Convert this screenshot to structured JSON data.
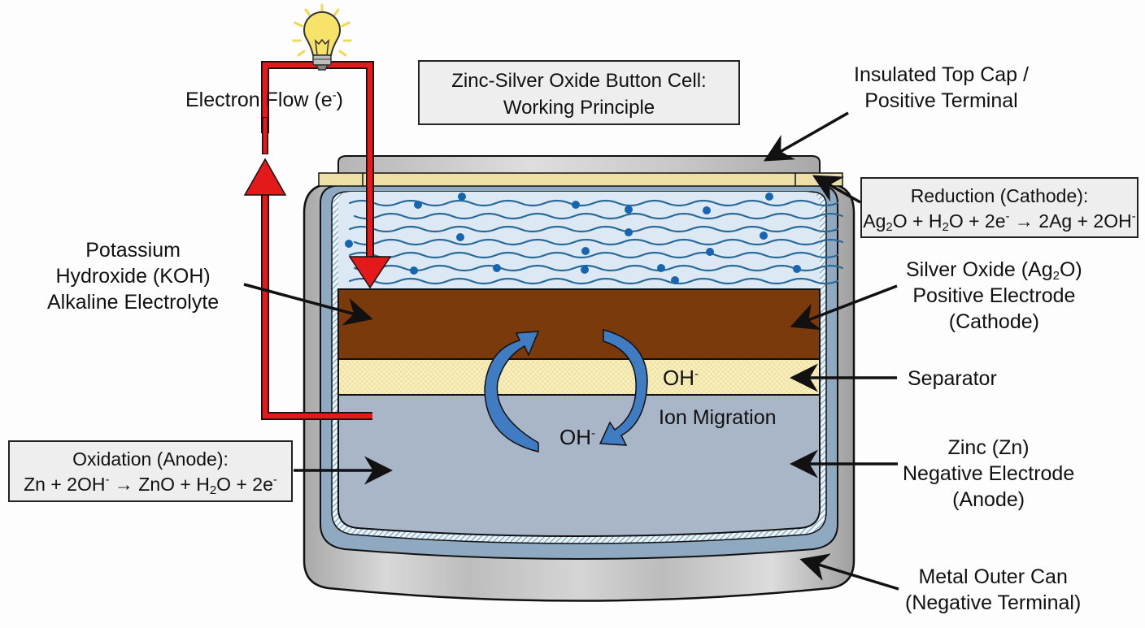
{
  "title": {
    "line1": "Zinc-Silver Oxide Button Cell:",
    "line2": "Working Principle"
  },
  "electron_flow": {
    "label": "Electron Flow (e",
    "sup": "-",
    "close": ")"
  },
  "labels": {
    "top_cap": {
      "line1": "Insulated Top Cap /",
      "line2": "Positive Terminal"
    },
    "cathode": {
      "line1_a": "Silver Oxide (Ag",
      "line1_sub": "2",
      "line1_b": "O)",
      "line2": "Positive Electrode",
      "line3": "(Cathode)"
    },
    "separator": "Separator",
    "anode": {
      "line1": "Zinc (Zn)",
      "line2": "Negative Electrode",
      "line3": "(Anode)"
    },
    "can": {
      "line1": "Metal Outer Can",
      "line2": "(Negative Terminal)"
    },
    "electrolyte": {
      "line1": "Potassium",
      "line2": "Hydroxide (KOH)",
      "line3": "Alkaline Electrolyte"
    }
  },
  "reactions": {
    "reduction": {
      "heading": "Reduction (Cathode):",
      "parts": [
        "Ag",
        "2",
        "O + H",
        "2",
        "O + 2e",
        "-",
        " → 2Ag + 2OH",
        "-"
      ]
    },
    "oxidation": {
      "heading": "Oxidation (Anode):",
      "parts": [
        "Zn + 2OH",
        "-",
        " → ZnO + H",
        "2",
        "O + 2e",
        "-"
      ]
    }
  },
  "ion_migration": {
    "ion_upper": "OH",
    "ion_lower": "OH",
    "charge": "-",
    "label": "Ion Migration"
  },
  "icons": {
    "bulb": "light-bulb-icon"
  },
  "colors": {
    "wire": "#e41a1a",
    "cathode": "#7a3a0c",
    "separator": "#f8efc0",
    "anode": "#a9b6c8",
    "electrolyte": "#dce9f4",
    "electrolyte_lines": "#2a6a98",
    "ion_dots": "#1565b0",
    "can": "#c7c7c7",
    "gasket": "#eedfa6",
    "liner": "#8aa6bd",
    "ion_arrows": "#3f7cc2"
  }
}
